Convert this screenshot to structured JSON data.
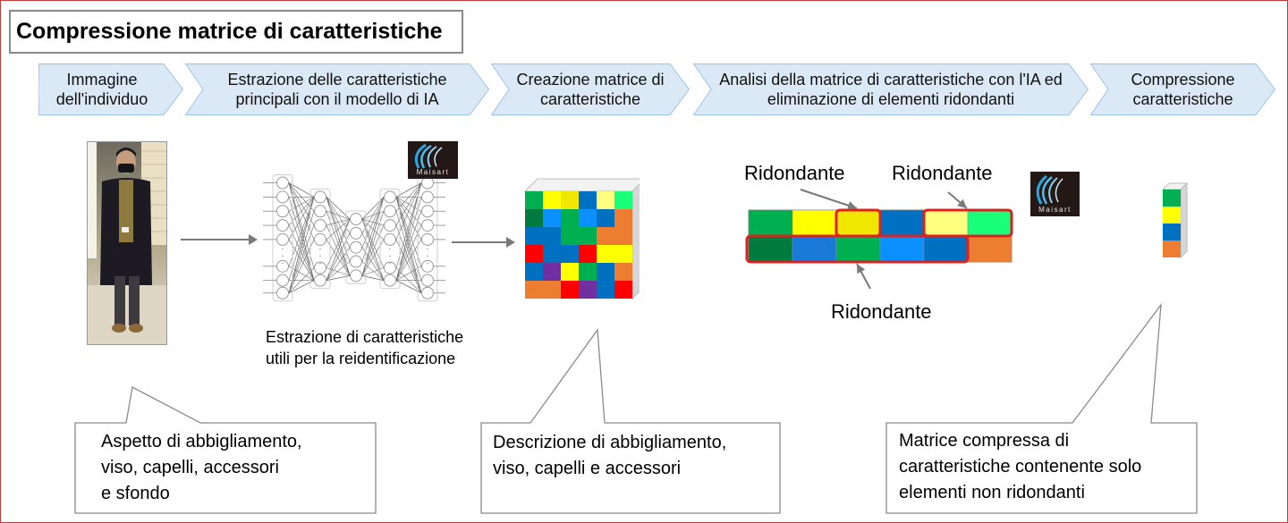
{
  "title": "Compressione matrice di caratteristiche",
  "colors": {
    "frame": "#c0393b",
    "step_fill": "#dbe8f6",
    "step_stroke": "#9cc3e6",
    "highlight": "#e02020",
    "arrow": "#7a7a7a",
    "green": "#00b050",
    "dark_green": "#007a3d",
    "yellow": "#ffff00",
    "mustard": "#f0e800",
    "light_yellow": "#ffff80",
    "mint": "#19ff7a",
    "blue": "#0070c0",
    "light_blue": "#0a90ff",
    "mid_blue": "#1a7ad8",
    "orange": "#ed7d31",
    "red": "#ff0000",
    "purple": "#7030a0"
  },
  "steps": [
    {
      "label": "Immagine dell'individuo"
    },
    {
      "label": "Estrazione delle caratteristiche principali con il modello di IA"
    },
    {
      "label": "Creazione matrice di caratteristiche"
    },
    {
      "label": "Analisi della matrice di caratteristiche con l'IA ed eliminazione di elementi ridondanti"
    },
    {
      "label": "Compressione caratteristiche"
    }
  ],
  "photo": {
    "description": "person-standing-photo"
  },
  "logo_text": "Maisart",
  "nn_caption": "Estrazione di caratteristiche utili per la reidentificazione",
  "feature_matrix": {
    "rows": [
      [
        "green",
        "yellow",
        "mustard",
        "blue",
        "light_yellow",
        "mint"
      ],
      [
        "dark_green",
        "light_blue",
        "green",
        "light_blue",
        "blue",
        "orange"
      ],
      [
        "blue",
        "blue",
        "green",
        "green",
        "orange",
        "orange"
      ],
      [
        "red",
        "blue",
        "blue",
        "red",
        "yellow",
        "yellow"
      ],
      [
        "blue",
        "purple",
        "yellow",
        "green",
        "blue",
        "orange"
      ],
      [
        "orange",
        "orange",
        "red",
        "purple",
        "blue",
        "red"
      ]
    ]
  },
  "redundancy": {
    "row1": [
      "green",
      "yellow",
      "mustard",
      "blue",
      "light_yellow",
      "mint"
    ],
    "row2": [
      "dark_green",
      "mid_blue",
      "green",
      "light_blue",
      "blue",
      "orange"
    ],
    "labels": [
      "Ridondante",
      "Ridondante",
      "Ridondante"
    ]
  },
  "compressed": [
    "green",
    "yellow",
    "blue",
    "orange"
  ],
  "callouts": [
    {
      "text": "Aspetto di abbigliamento, viso, capelli, accessori e sfondo"
    },
    {
      "text": "Descrizione di abbigliamento, viso, capelli e accessori"
    },
    {
      "text": "Matrice compressa di caratteristiche contenente solo elementi non ridondanti"
    }
  ],
  "callout_lines": [
    [
      "Aspetto di abbigliamento,",
      "viso, capelli, accessori",
      "e sfondo"
    ],
    [
      "Descrizione di abbigliamento,",
      "viso, capelli e accessori"
    ],
    [
      "Matrice compressa di",
      "caratteristiche contenente solo",
      "elementi non ridondanti"
    ]
  ],
  "nn_caption_lines": [
    "Estrazione di caratteristiche",
    "utili per la reidentificazione"
  ]
}
